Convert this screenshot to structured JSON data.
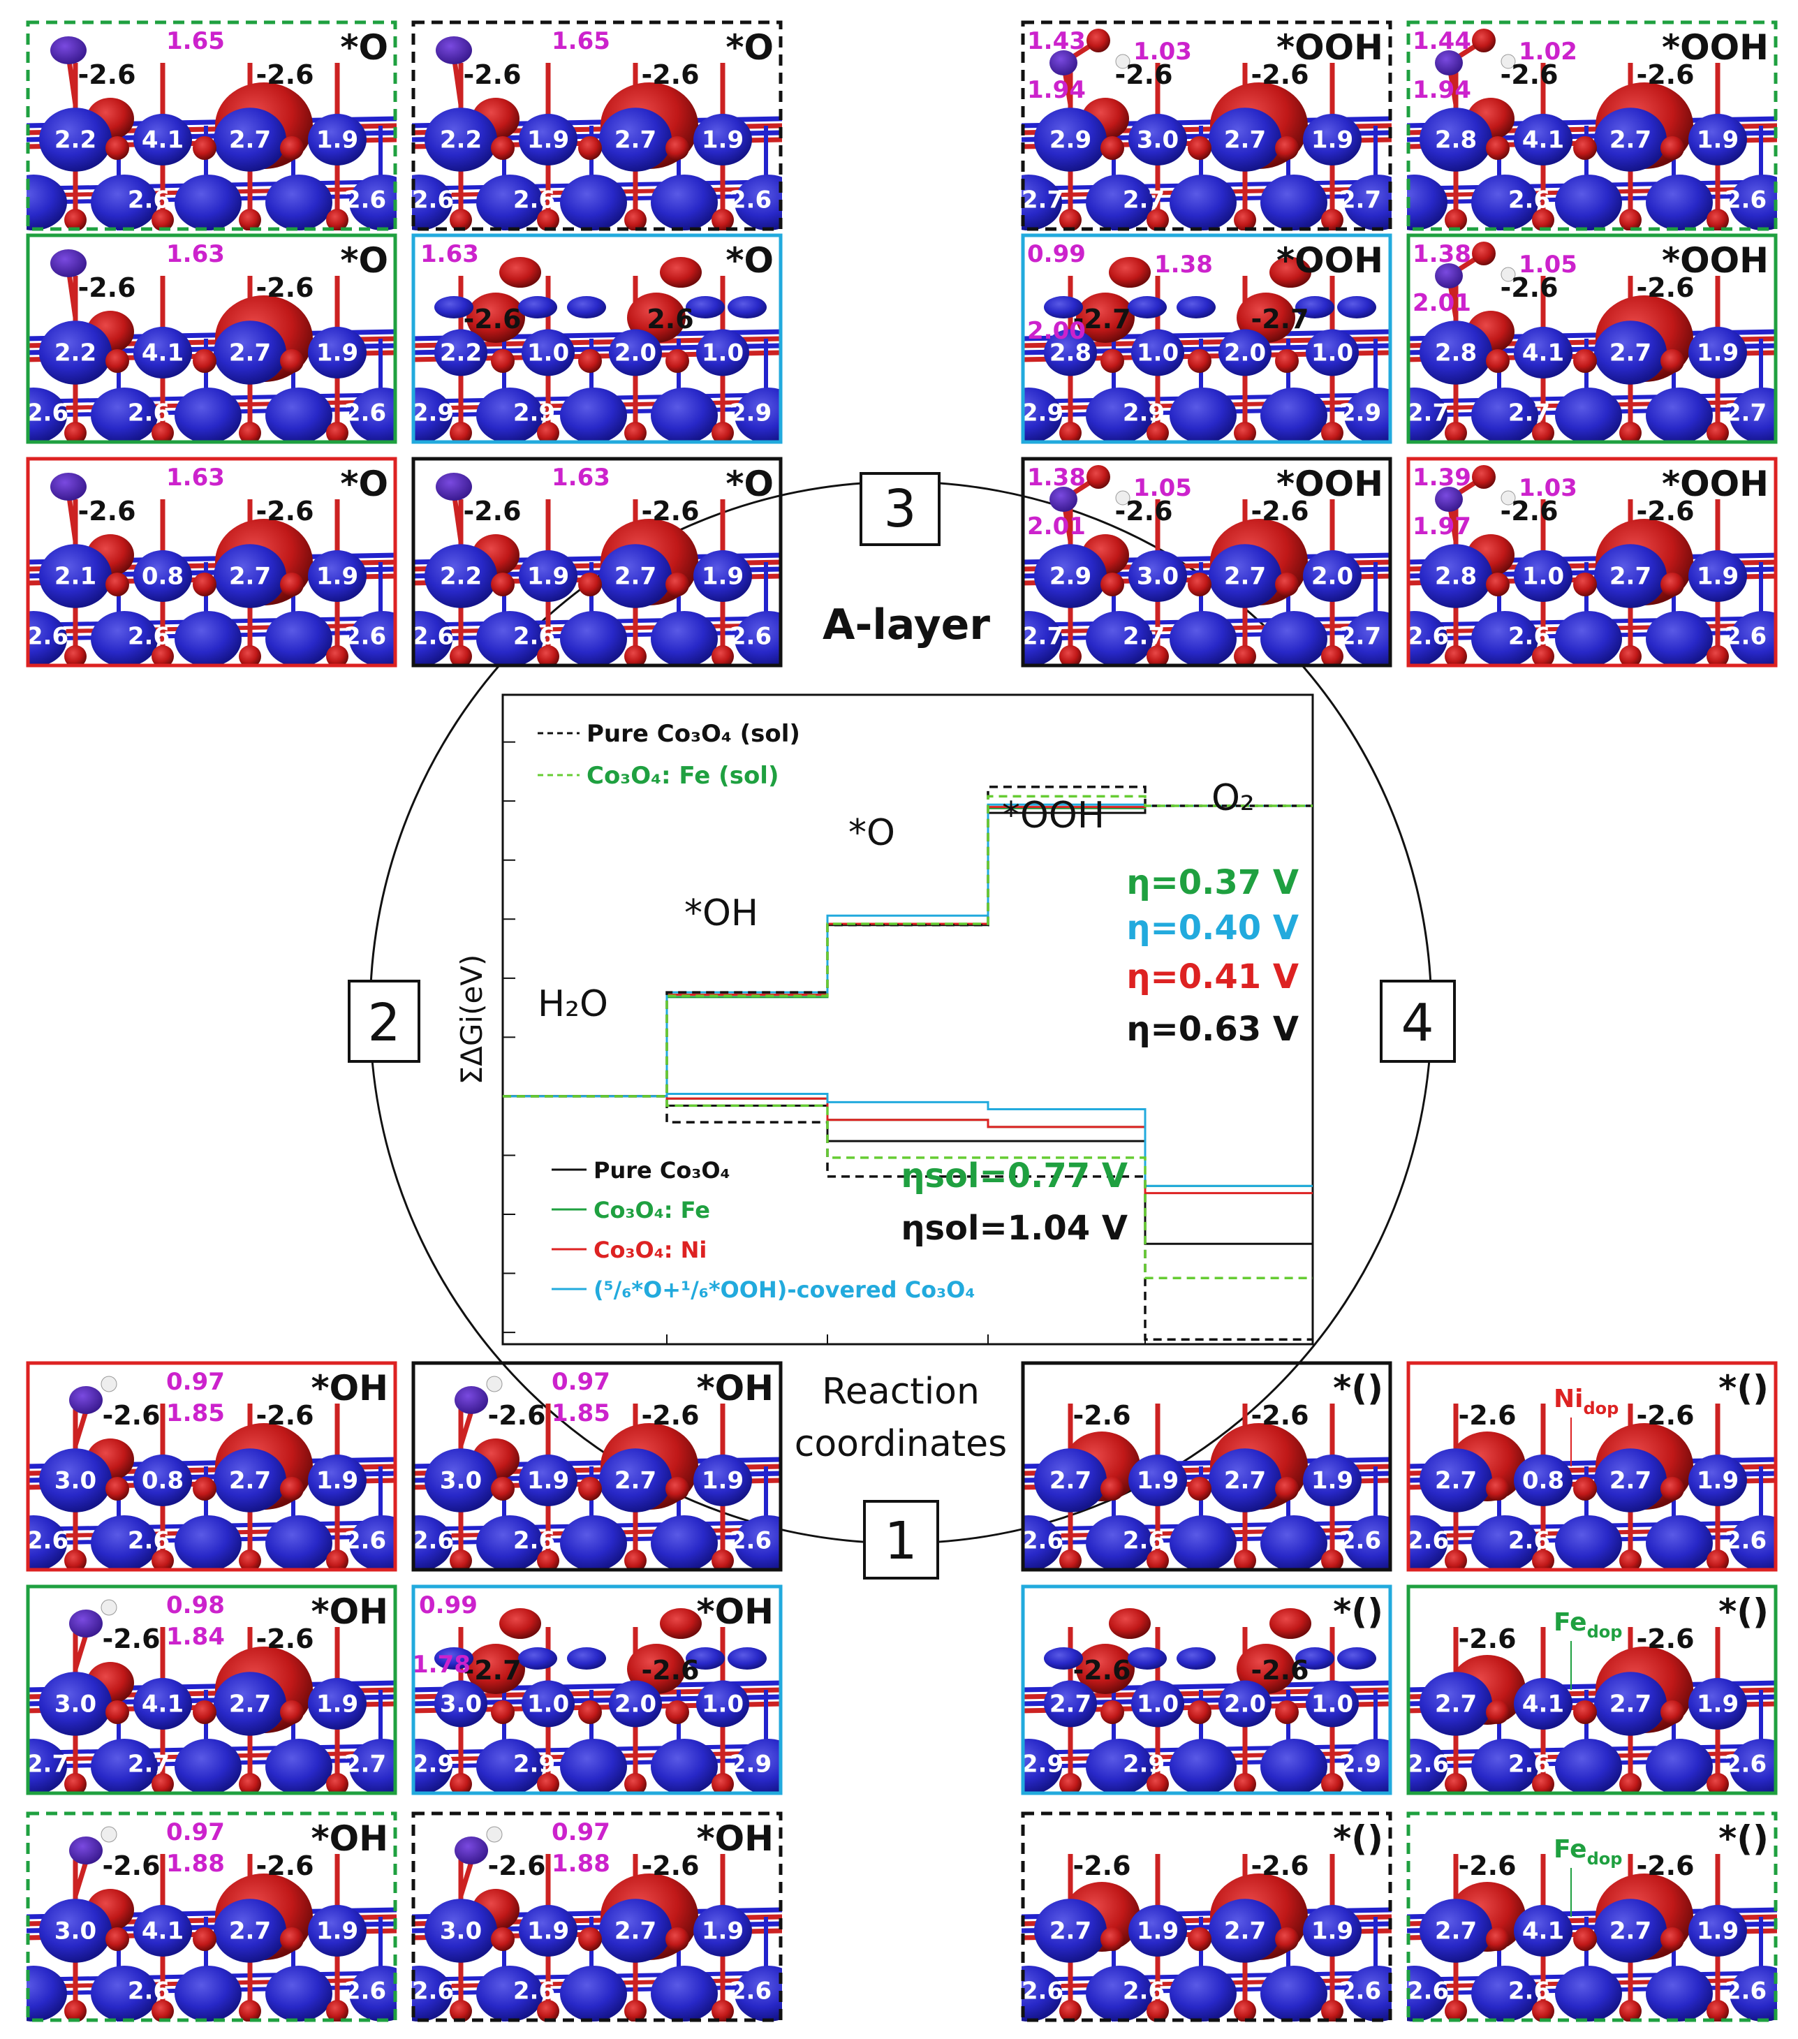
{
  "center": {
    "arrow_labels": [
      "1",
      "2",
      "3",
      "4"
    ],
    "layer_label": "A-layer",
    "xlabel_line1": "Reaction",
    "xlabel_line2": "coordinates"
  },
  "chart_data": {
    "type": "line",
    "ylabel": "ΣΔGi(eV)",
    "states": [
      "H2O",
      "*OH",
      "*O",
      "*OOH",
      "O2"
    ],
    "state_labels": [
      {
        "text": "H₂O"
      },
      {
        "text": "*OH"
      },
      {
        "text": "*O"
      },
      {
        "text": "*OOH"
      },
      {
        "text": "O₂"
      }
    ],
    "yrange": [
      -2.1,
      3.4
    ],
    "upper_series": [
      {
        "name": "Pure Co3O4",
        "color": "#111111",
        "dash": false,
        "values": [
          0,
          0.86,
          1.45,
          2.4,
          2.46
        ]
      },
      {
        "name": "Co3O4: Fe",
        "color": "#1fa040",
        "dash": false,
        "values": [
          0,
          0.84,
          1.46,
          2.44,
          2.46
        ]
      },
      {
        "name": "Co3O4: Ni",
        "color": "#dd2222",
        "dash": false,
        "values": [
          0,
          0.86,
          1.46,
          2.45,
          2.46
        ]
      },
      {
        "name": "(5/6*O+1/6*OOH)-covered Co3O4",
        "color": "#22aadd",
        "dash": false,
        "values": [
          0,
          0.88,
          1.53,
          2.47,
          2.46
        ]
      },
      {
        "name": "Pure Co3O4 (sol)",
        "color": "#111111",
        "dash": true,
        "values": [
          0,
          0.88,
          1.45,
          2.62,
          2.46
        ]
      },
      {
        "name": "Co3O4: Fe (sol)",
        "color": "#66cc33",
        "dash": true,
        "values": [
          0,
          0.85,
          1.46,
          2.54,
          2.46
        ]
      }
    ],
    "lower_series": [
      {
        "name": "Pure Co3O4",
        "color": "#111111",
        "dash": false,
        "values": [
          0,
          -0.08,
          -0.38,
          -0.38,
          -1.25
        ]
      },
      {
        "name": "Co3O4: Fe",
        "color": "#1fa040",
        "dash": false,
        "values": [
          0,
          -0.02,
          -0.2,
          -0.26,
          -0.76
        ]
      },
      {
        "name": "Co3O4: Ni",
        "color": "#dd2222",
        "dash": false,
        "values": [
          0,
          -0.02,
          -0.2,
          -0.26,
          -0.82
        ]
      },
      {
        "name": "(5/6*O+1/6*OOH)-covered Co3O4",
        "color": "#22aadd",
        "dash": false,
        "values": [
          0,
          0.02,
          -0.05,
          -0.11,
          -0.76
        ]
      },
      {
        "name": "Pure Co3O4 (sol)",
        "color": "#111111",
        "dash": true,
        "values": [
          0,
          -0.22,
          -0.68,
          -0.68,
          -2.06
        ]
      },
      {
        "name": "Co3O4: Fe (sol)",
        "color": "#66cc33",
        "dash": true,
        "values": [
          0,
          -0.08,
          -0.52,
          -0.52,
          -1.54
        ]
      }
    ],
    "legend_top": [
      {
        "text": "Pure Co₃O₄ (sol)",
        "color": "#111111",
        "dash": true
      },
      {
        "text": "Co₃O₄: Fe (sol)",
        "color": "#1fa040",
        "dash": true
      }
    ],
    "legend_bottom": [
      {
        "text": "Pure Co₃O₄",
        "color": "#111111"
      },
      {
        "text": "Co₃O₄: Fe",
        "color": "#1fa040"
      },
      {
        "text": "Co₃O₄: Ni",
        "color": "#dd2222"
      },
      {
        "text": "(⁵/₆*O+¹/₆*OOH)-covered Co₃O₄",
        "color": "#22aadd"
      }
    ],
    "overpotentials": [
      {
        "text": "η=0.37 V",
        "color": "#1fa040"
      },
      {
        "text": "η=0.40 V",
        "color": "#22aadd"
      },
      {
        "text": "η=0.41 V",
        "color": "#dd2222"
      },
      {
        "text": "η=0.63 V",
        "color": "#111111"
      }
    ],
    "overpotentials_sol": [
      {
        "text": "ηsol=0.77 V",
        "color": "#1fa040"
      },
      {
        "text": "ηsol=1.04 V",
        "color": "#111111"
      }
    ]
  },
  "panels": [
    {
      "frame": "#1fa040",
      "dashed": true,
      "label": "*O",
      "variant": "b",
      "charges": [
        "-2.6",
        "-2.6"
      ],
      "mag": [
        "1.65"
      ],
      "top": [
        "2.2",
        "4.1",
        "2.7",
        "1.9"
      ],
      "bot": [
        "",
        "2.6",
        "",
        "2.6"
      ]
    },
    {
      "frame": "#111111",
      "dashed": true,
      "label": "*O",
      "variant": "b",
      "charges": [
        "-2.6",
        "-2.6"
      ],
      "mag": [
        "1.65"
      ],
      "top": [
        "2.2",
        "1.9",
        "2.7",
        "1.9"
      ],
      "bot": [
        "2.6",
        "2.6",
        "",
        "2.6"
      ]
    },
    {
      "frame": "#1fa040",
      "dashed": false,
      "label": "*O",
      "variant": "b",
      "charges": [
        "-2.6",
        "-2.6"
      ],
      "mag": [
        "1.63"
      ],
      "top": [
        "2.2",
        "4.1",
        "2.7",
        "1.9"
      ],
      "bot": [
        "2.6",
        "2.6",
        "",
        "2.6"
      ]
    },
    {
      "frame": "#22aadd",
      "dashed": false,
      "label": "*O",
      "variant": "c",
      "charges": [
        "-2.6",
        "2.6"
      ],
      "mag": [
        "1.63"
      ],
      "top": [
        "2.2",
        "1.0",
        "2.0",
        "1.0"
      ],
      "bot": [
        "2.9",
        "2.9",
        "",
        "2.9"
      ]
    },
    {
      "frame": "#dd2222",
      "dashed": false,
      "label": "*O",
      "variant": "b",
      "charges": [
        "-2.6",
        "-2.6"
      ],
      "mag": [
        "1.63"
      ],
      "top": [
        "2.1",
        "0.8",
        "2.7",
        "1.9"
      ],
      "bot": [
        "2.6",
        "2.6",
        "",
        "2.6"
      ]
    },
    {
      "frame": "#111111",
      "dashed": false,
      "label": "*O",
      "variant": "b",
      "charges": [
        "-2.6",
        "-2.6"
      ],
      "mag": [
        "1.63"
      ],
      "top": [
        "2.2",
        "1.9",
        "2.7",
        "1.9"
      ],
      "bot": [
        "2.6",
        "2.6",
        "",
        "2.6"
      ]
    },
    {
      "frame": "#111111",
      "dashed": true,
      "label": "*OOH",
      "variant": "d",
      "charges": [
        "-2.6",
        "-2.6"
      ],
      "mag": [
        "1.43",
        "1.03",
        "1.94"
      ],
      "top": [
        "2.9",
        "3.0",
        "2.7",
        "1.9"
      ],
      "bot": [
        "2.7",
        "2.7",
        "",
        "2.7"
      ]
    },
    {
      "frame": "#1fa040",
      "dashed": true,
      "label": "*OOH",
      "variant": "d",
      "charges": [
        "-2.6",
        "-2.6"
      ],
      "mag": [
        "1.44",
        "1.02",
        "1.94"
      ],
      "top": [
        "2.8",
        "4.1",
        "2.7",
        "1.9"
      ],
      "bot": [
        "",
        "2.6",
        "",
        "2.6"
      ]
    },
    {
      "frame": "#22aadd",
      "dashed": false,
      "label": "*OOH",
      "variant": "c",
      "charges": [
        "-2.7",
        "-2.7"
      ],
      "mag": [
        "0.99",
        "1.38",
        "2.00"
      ],
      "top": [
        "2.8",
        "1.0",
        "2.0",
        "1.0"
      ],
      "bot": [
        "2.9",
        "2.9",
        "",
        "2.9"
      ]
    },
    {
      "frame": "#1fa040",
      "dashed": false,
      "label": "*OOH",
      "variant": "d",
      "charges": [
        "-2.6",
        "-2.6"
      ],
      "mag": [
        "1.38",
        "1.05",
        "2.01"
      ],
      "top": [
        "2.8",
        "4.1",
        "2.7",
        "1.9"
      ],
      "bot": [
        "2.7",
        "2.7",
        "",
        "2.7"
      ]
    },
    {
      "frame": "#111111",
      "dashed": false,
      "label": "*OOH",
      "variant": "d",
      "charges": [
        "-2.6",
        "-2.6"
      ],
      "mag": [
        "1.38",
        "1.05",
        "2.01"
      ],
      "top": [
        "2.9",
        "3.0",
        "2.7",
        "2.0"
      ],
      "bot": [
        "2.7",
        "2.7",
        "",
        "2.7"
      ]
    },
    {
      "frame": "#dd2222",
      "dashed": false,
      "label": "*OOH",
      "variant": "d",
      "charges": [
        "-2.6",
        "-2.6"
      ],
      "mag": [
        "1.39",
        "1.03",
        "1.97"
      ],
      "top": [
        "2.8",
        "1.0",
        "2.7",
        "1.9"
      ],
      "bot": [
        "2.6",
        "2.6",
        "",
        "2.6"
      ]
    },
    {
      "frame": "#dd2222",
      "dashed": false,
      "label": "*OH",
      "variant": "a",
      "charges": [
        "-2.6",
        "-2.6"
      ],
      "mag": [
        "0.97",
        "1.85"
      ],
      "top": [
        "3.0",
        "0.8",
        "2.7",
        "1.9"
      ],
      "bot": [
        "2.6",
        "2.6",
        "",
        "2.6"
      ]
    },
    {
      "frame": "#111111",
      "dashed": false,
      "label": "*OH",
      "variant": "a",
      "charges": [
        "-2.6",
        "-2.6"
      ],
      "mag": [
        "0.97",
        "1.85"
      ],
      "top": [
        "3.0",
        "1.9",
        "2.7",
        "1.9"
      ],
      "bot": [
        "2.6",
        "2.6",
        "",
        "2.6"
      ]
    },
    {
      "frame": "#1fa040",
      "dashed": false,
      "label": "*OH",
      "variant": "a",
      "charges": [
        "-2.6",
        "-2.6"
      ],
      "mag": [
        "0.98",
        "1.84"
      ],
      "top": [
        "3.0",
        "4.1",
        "2.7",
        "1.9"
      ],
      "bot": [
        "2.7",
        "2.7",
        "",
        "2.7"
      ]
    },
    {
      "frame": "#22aadd",
      "dashed": false,
      "label": "*OH",
      "variant": "c",
      "charges": [
        "-2.7",
        "-2.6"
      ],
      "mag": [
        "0.99",
        "1.78"
      ],
      "top": [
        "3.0",
        "1.0",
        "2.0",
        "1.0"
      ],
      "bot": [
        "2.9",
        "2.9",
        "",
        "2.9"
      ]
    },
    {
      "frame": "#1fa040",
      "dashed": true,
      "label": "*OH",
      "variant": "a",
      "charges": [
        "-2.6",
        "-2.6"
      ],
      "mag": [
        "0.97",
        "1.88"
      ],
      "top": [
        "3.0",
        "4.1",
        "2.7",
        "1.9"
      ],
      "bot": [
        "",
        "2.6",
        "",
        "2.6"
      ]
    },
    {
      "frame": "#111111",
      "dashed": true,
      "label": "*OH",
      "variant": "a",
      "charges": [
        "-2.6",
        "-2.6"
      ],
      "mag": [
        "0.97",
        "1.88"
      ],
      "top": [
        "3.0",
        "1.9",
        "2.7",
        "1.9"
      ],
      "bot": [
        "2.6",
        "2.6",
        "",
        "2.6"
      ]
    },
    {
      "frame": "#111111",
      "dashed": false,
      "label": "*()",
      "variant": "e",
      "charges": [
        "-2.6",
        "-2.6"
      ],
      "mag": [],
      "top": [
        "2.7",
        "1.9",
        "2.7",
        "1.9"
      ],
      "bot": [
        "2.6",
        "2.6",
        "",
        "2.6"
      ]
    },
    {
      "frame": "#dd2222",
      "dashed": false,
      "label": "*()",
      "variant": "e",
      "charges": [
        "-2.6",
        "-2.6"
      ],
      "mag": [],
      "dop": "Ni",
      "dop_sub": "dop",
      "dop_color": "#dd2222",
      "top": [
        "2.7",
        "0.8",
        "2.7",
        "1.9"
      ],
      "bot": [
        "2.6",
        "2.6",
        "",
        "2.6"
      ]
    },
    {
      "frame": "#22aadd",
      "dashed": false,
      "label": "*()",
      "variant": "c",
      "charges": [
        "-2.6",
        "-2.6"
      ],
      "mag": [],
      "top": [
        "2.7",
        "1.0",
        "2.0",
        "1.0"
      ],
      "bot": [
        "2.9",
        "2.9",
        "",
        "2.9"
      ]
    },
    {
      "frame": "#1fa040",
      "dashed": false,
      "label": "*()",
      "variant": "e",
      "charges": [
        "-2.6",
        "-2.6"
      ],
      "mag": [],
      "dop": "Fe",
      "dop_sub": "dop",
      "dop_color": "#1fa040",
      "top": [
        "2.7",
        "4.1",
        "2.7",
        "1.9"
      ],
      "bot": [
        "2.6",
        "2.6",
        "",
        "2.6"
      ]
    },
    {
      "frame": "#111111",
      "dashed": true,
      "label": "*()",
      "variant": "e",
      "charges": [
        "-2.6",
        "-2.6"
      ],
      "mag": [],
      "top": [
        "2.7",
        "1.9",
        "2.7",
        "1.9"
      ],
      "bot": [
        "2.6",
        "2.6",
        "",
        "2.6"
      ]
    },
    {
      "frame": "#1fa040",
      "dashed": true,
      "label": "*()",
      "variant": "e",
      "charges": [
        "-2.6",
        "-2.6"
      ],
      "mag": [],
      "dop": "Fe",
      "dop_sub": "dop",
      "dop_color": "#1fa040",
      "top": [
        "2.7",
        "4.1",
        "2.7",
        "1.9"
      ],
      "bot": [
        "2.6",
        "2.6",
        "",
        "2.6"
      ]
    }
  ]
}
